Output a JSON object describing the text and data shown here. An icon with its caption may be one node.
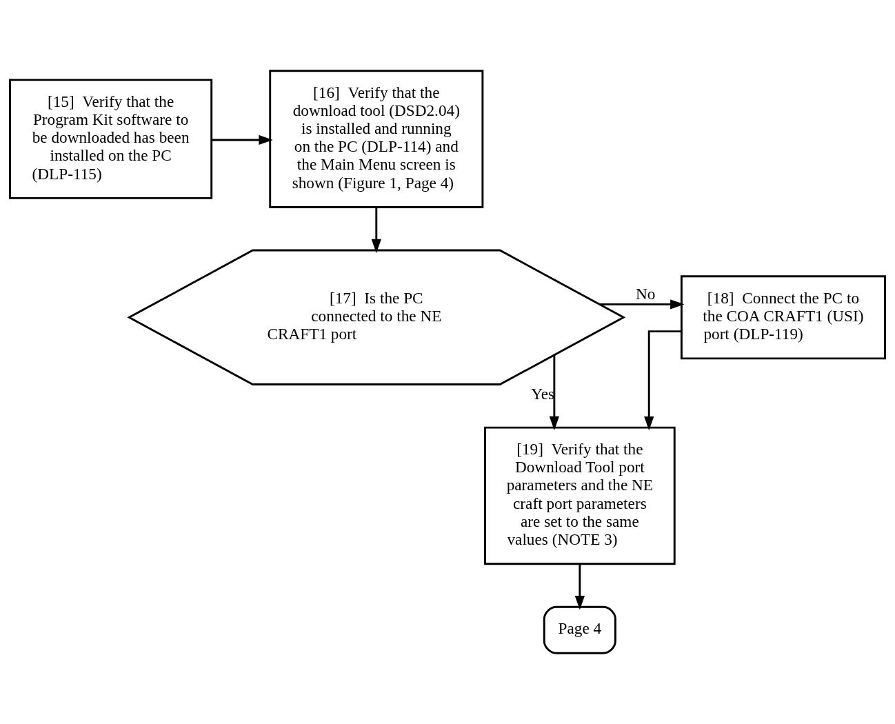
{
  "diagram": {
    "nodes": [
      {
        "text": [
          "[15]  Verify that the Program Kit software to be downloaded has been installed on the PC (DLP-115)"
        ]
      },
      {
        "text": [
          "[16]  Verify that the download tool (DSD2.04) is installed and running on the PC (DLP-114) and the Main Menu screen is shown (Figure 1, Page 4)"
        ]
      },
      {
        "text": [
          "[17]  Is the PC connected to the NE CRAFT1 port"
        ]
      },
      {
        "text": [
          "[18]  Connect the PC to the COA CRAFT1 (USI) port (DLP-119)"
        ]
      },
      {
        "text": [
          "[19]  Verify that the Download Tool port parameters and the NE craft port parameters are set to the same values (NOTE 3)"
        ]
      },
      {
        "text": [
          "Page 4"
        ]
      }
    ],
    "edges": [
      {
        "from": 0,
        "to": 1,
        "arrow": "to"
      },
      {
        "from": 1,
        "to": 2,
        "arrow": "to"
      },
      {
        "from": 2,
        "to": 3,
        "arrow": "to",
        "label": "No"
      },
      {
        "from": 2,
        "to": 4,
        "arrow": "to",
        "label": "Yes"
      },
      {
        "from": 3,
        "to": 4,
        "arrow": "to"
      },
      {
        "from": 4,
        "to": 5,
        "arrow": "to"
      }
    ]
  }
}
